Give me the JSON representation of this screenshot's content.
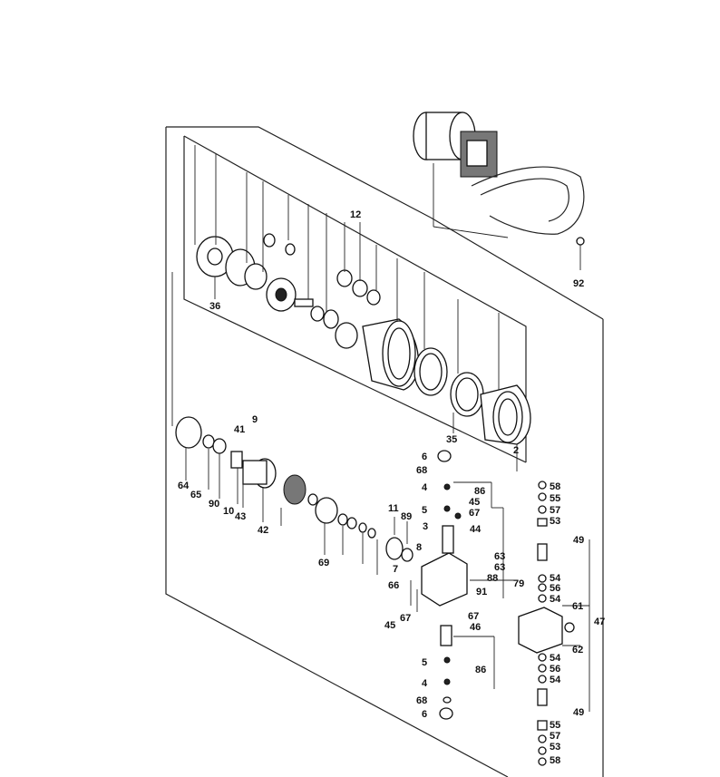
{
  "callouts": {
    "c12": "12",
    "c36": "36",
    "c92": "92",
    "c35": "35",
    "c2": "2",
    "c9": "9",
    "c41": "41",
    "c64": "64",
    "c65": "65",
    "c90": "90",
    "c10": "10",
    "c43": "43",
    "c42": "42",
    "c69": "69",
    "c11": "11",
    "c89": "89",
    "c6a": "6",
    "c68a": "68",
    "c4a": "4",
    "c86a": "86",
    "c5a": "5",
    "c45a": "45",
    "c67a": "67",
    "c3": "3",
    "c44": "44",
    "c8": "8",
    "c63a": "63",
    "c63b": "63",
    "c7": "7",
    "c88": "88",
    "c79": "79",
    "c66": "66",
    "c91": "91",
    "c67b": "67",
    "c45b": "45",
    "c67c": "67",
    "c46": "46",
    "c5b": "5",
    "c86b": "86",
    "c4b": "4",
    "c68b": "68",
    "c6b": "6",
    "c58a": "58",
    "c55a": "55",
    "c57a": "57",
    "c53a": "53",
    "c49a": "49",
    "c54a": "54",
    "c56a": "56",
    "c54b": "54",
    "c61": "61",
    "c47": "47",
    "c62": "62",
    "c54c": "54",
    "c56b": "56",
    "c54d": "54",
    "c49b": "49",
    "c55b": "55",
    "c57b": "57",
    "c53b": "53",
    "c58b": "58"
  }
}
